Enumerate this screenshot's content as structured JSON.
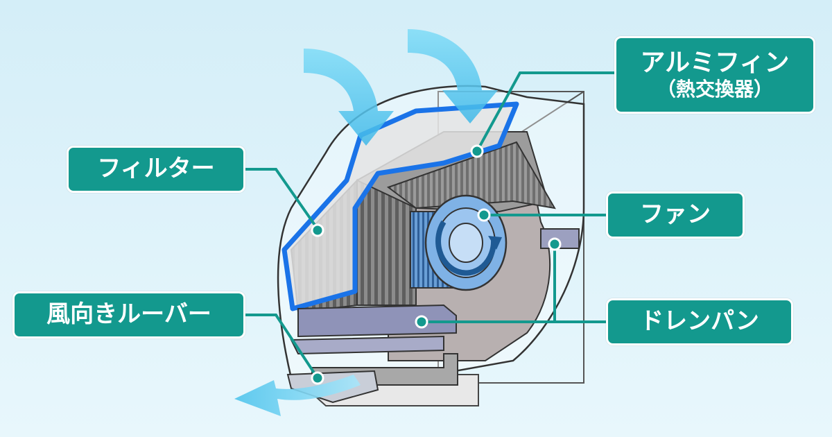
{
  "labels": {
    "filter": "フィルター",
    "fin_line1": "アルミフィン",
    "fin_line2": "（熱交換器）",
    "fan": "ファン",
    "louver": "風向きルーバー",
    "drain_pan": "ドレンパン"
  },
  "colors": {
    "label_bg": "#13998e",
    "leader": "#13998e",
    "filter_frame": "#1a73e8",
    "fan": "#6ea8e0",
    "airflow": "#4fc4ec"
  },
  "icons": [
    "airflow-arrow-in",
    "airflow-arrow-out",
    "rotation-arrow-icon"
  ]
}
